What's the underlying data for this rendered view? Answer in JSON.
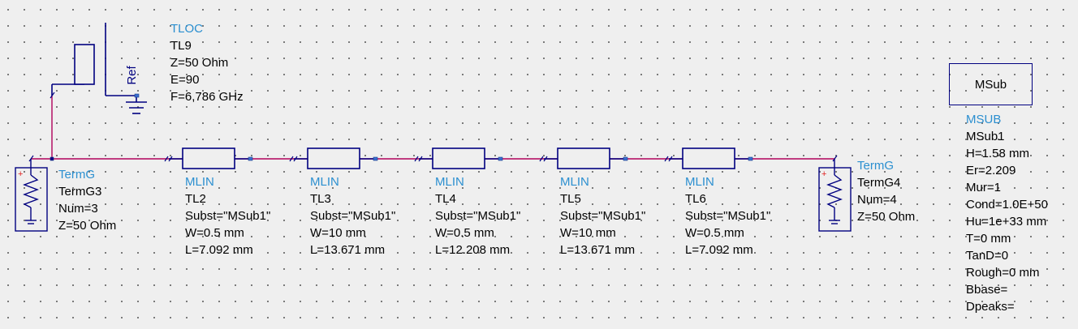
{
  "tloc": {
    "lines": [
      "TLOC",
      "TL9",
      "Z=50 Ohm",
      "E=90",
      "F=6,786 GHz"
    ],
    "ref_label": "Ref"
  },
  "term_left": {
    "lines": [
      "TermG",
      "TermG3",
      "Num=3",
      "Z=50 Ohm"
    ]
  },
  "term_right": {
    "lines": [
      "TermG",
      "TermG4",
      "Num=4",
      "Z=50 Ohm"
    ]
  },
  "mlines": [
    {
      "lines": [
        "MLIN",
        "TL2",
        "Subst=\"MSub1\"",
        "W=0.5 mm",
        "L=7.092 mm"
      ]
    },
    {
      "lines": [
        "MLIN",
        "TL3",
        "Subst=\"MSub1\"",
        "W=10 mm",
        "L=13.671 mm"
      ]
    },
    {
      "lines": [
        "MLIN",
        "TL4",
        "Subst=\"MSub1\"",
        "W=0.5 mm",
        "L=12.208 mm"
      ]
    },
    {
      "lines": [
        "MLIN",
        "TL5",
        "Subst=\"MSub1\"",
        "W=10 mm",
        "L=13.671 mm"
      ]
    },
    {
      "lines": [
        "MLIN",
        "TL6",
        "Subst=\"MSub1\"",
        "W=0.5 mm",
        "L=7.092 mm"
      ]
    }
  ],
  "msub": {
    "box_label": "MSub",
    "lines": [
      "MSUB",
      "MSub1",
      "H=1.58 mm",
      "Er=2.209",
      "Mur=1",
      "Cond=1.0E+50",
      "Hu=1e+33 mm",
      "T=0 mm",
      "TanD=0",
      "Rough=0 mm",
      "Bbase=",
      "Dpeaks="
    ]
  },
  "colors": {
    "component": "#000080",
    "wire": "#b0005b",
    "component_label": "#2b8fd0",
    "port": "#3a6fd0",
    "term_plus": "#e02020",
    "background": "#efefef"
  }
}
